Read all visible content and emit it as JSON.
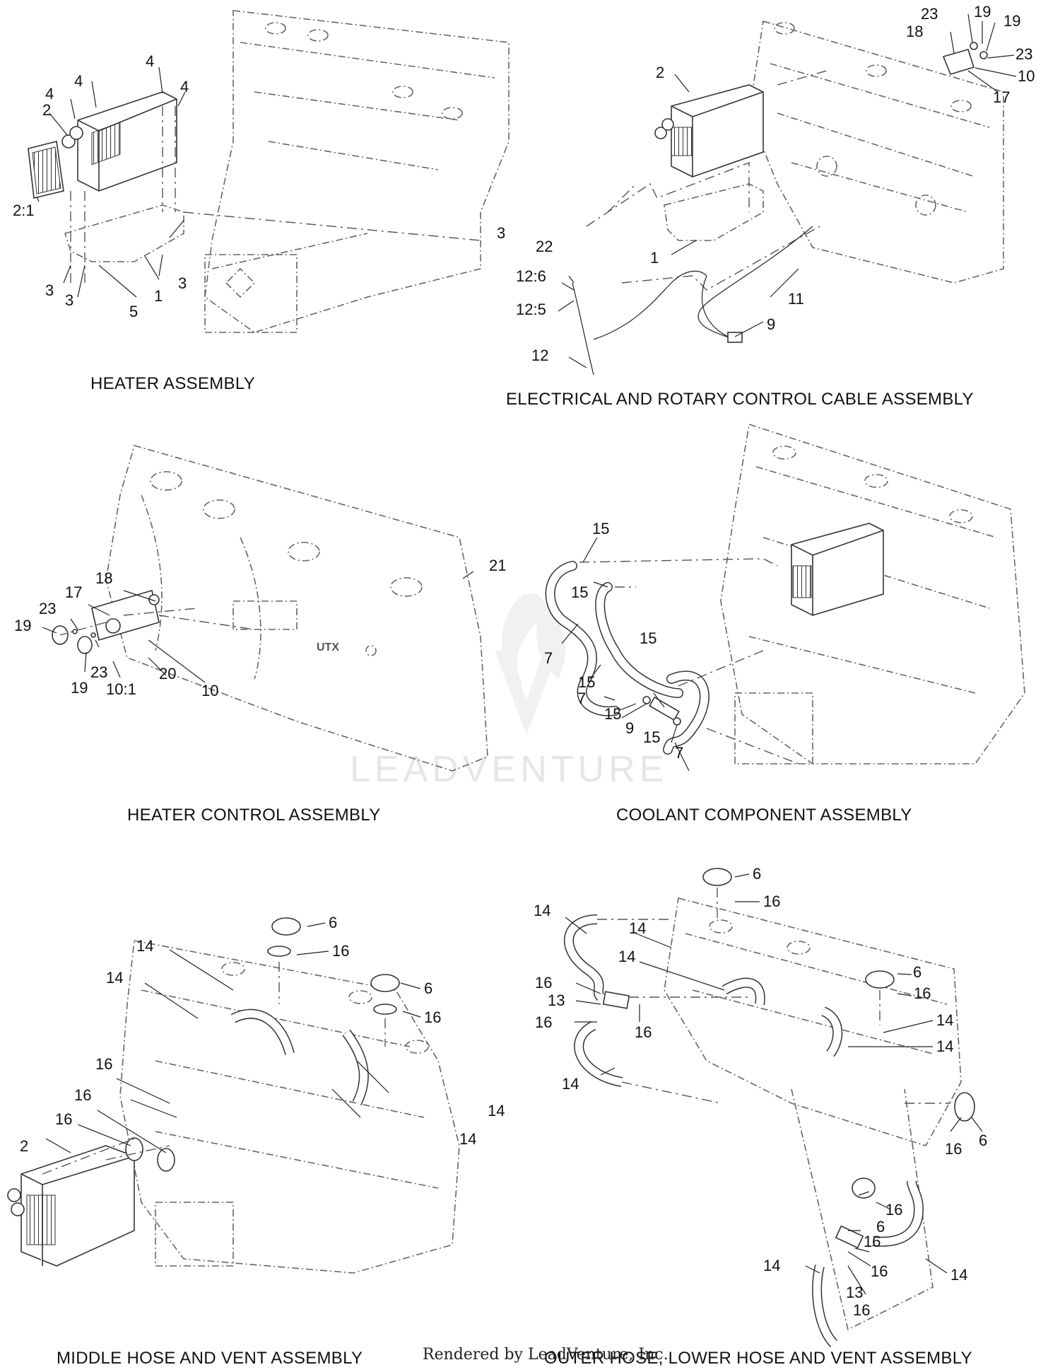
{
  "sections": [
    {
      "title": "HEATER ASSEMBLY",
      "callouts": [
        "4",
        "4",
        "4",
        "4",
        "2",
        "2:1",
        "3",
        "3",
        "3",
        "3",
        "5",
        "1",
        "3"
      ]
    },
    {
      "title": "ELECTRICAL AND ROTARY CONTROL CABLE ASSEMBLY",
      "callouts": [
        "23",
        "19",
        "19",
        "18",
        "23",
        "10",
        "17",
        "2",
        "1",
        "22",
        "12:6",
        "12:5",
        "11",
        "9",
        "12"
      ]
    },
    {
      "title": "HEATER CONTROL ASSEMBLY",
      "callouts": [
        "21",
        "18",
        "17",
        "23",
        "19",
        "23",
        "19",
        "10:1",
        "20",
        "10"
      ]
    },
    {
      "title": "COOLANT COMPONENT ASSEMBLY",
      "callouts": [
        "15",
        "15",
        "15",
        "7",
        "15",
        "7",
        "15",
        "9",
        "15",
        "15",
        "7"
      ]
    },
    {
      "title": "MIDDLE HOSE AND VENT ASSEMBLY",
      "callouts": [
        "6",
        "16",
        "14",
        "6",
        "16",
        "14",
        "16",
        "16",
        "16",
        "14",
        "14",
        "2",
        "16"
      ]
    },
    {
      "title": "OUTER HOSE, LOWER HOSE AND VENT ASSEMBLY",
      "callouts": [
        "6",
        "16",
        "14",
        "14",
        "14",
        "16",
        "13",
        "16",
        "16",
        "14",
        "6",
        "16",
        "14",
        "14",
        "6",
        "16",
        "16",
        "6",
        "16",
        "16",
        "13",
        "16",
        "14",
        "14",
        "16"
      ]
    }
  ],
  "dash_badge": "UTX",
  "watermark": "LEADVENTURE",
  "footer_text": "Rendered by LeadVenture, Inc."
}
